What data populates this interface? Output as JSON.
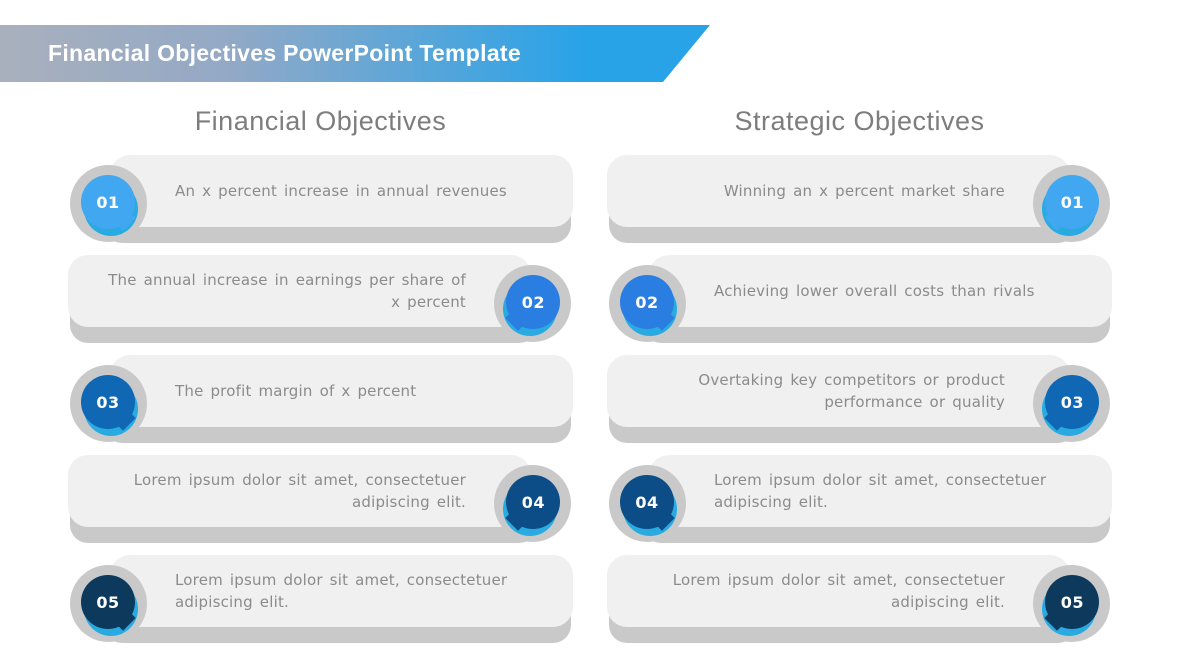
{
  "header": {
    "title": "Financial Objectives PowerPoint Template"
  },
  "colors": {
    "accent_cyan": "#29abe2",
    "banner_gray": "#a9b0bd",
    "banner_blue": "#29a3e8",
    "band_gray": "#c9c9c9",
    "pill_gray": "#f0f0f1",
    "text_gray": "#8b8b8b",
    "title_gray": "#7d7d7d"
  },
  "columns": [
    {
      "title": "Financial Objectives",
      "items": [
        {
          "number": "01",
          "side": "left",
          "color": "#41a7f0",
          "text": "An x percent increase in annual revenues"
        },
        {
          "number": "02",
          "side": "right",
          "color": "#2a7de1",
          "text": "The annual increase in earnings per share of x percent"
        },
        {
          "number": "03",
          "side": "left",
          "color": "#1067b4",
          "text": "The profit margin of x percent"
        },
        {
          "number": "04",
          "side": "right",
          "color": "#0c4c87",
          "text": "Lorem ipsum dolor sit amet, consectetuer adipiscing elit."
        },
        {
          "number": "05",
          "side": "left",
          "color": "#0d3a5c",
          "text": "Lorem ipsum dolor sit amet, consectetuer adipiscing elit."
        }
      ]
    },
    {
      "title": "Strategic Objectives",
      "items": [
        {
          "number": "01",
          "side": "right",
          "color": "#41a7f0",
          "text": "Winning an x percent market share"
        },
        {
          "number": "02",
          "side": "left",
          "color": "#2a7de1",
          "text": "Achieving lower overall costs than rivals"
        },
        {
          "number": "03",
          "side": "right",
          "color": "#1067b4",
          "text": "Overtaking key competitors or product performance or quality"
        },
        {
          "number": "04",
          "side": "left",
          "color": "#0c4c87",
          "text": "Lorem ipsum dolor sit amet, consectetuer adipiscing elit."
        },
        {
          "number": "05",
          "side": "right",
          "color": "#0d3a5c",
          "text": "Lorem ipsum dolor sit amet, consectetuer adipiscing elit."
        }
      ]
    }
  ]
}
